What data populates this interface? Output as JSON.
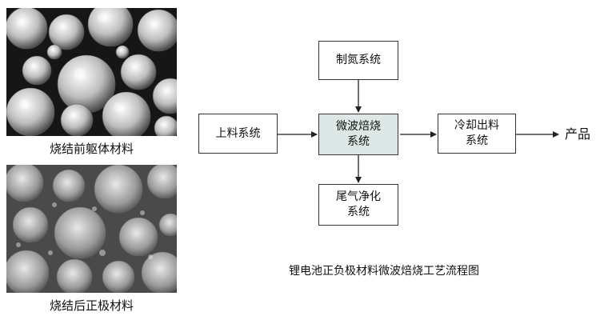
{
  "images": {
    "top_caption": "烧结前躯体材料",
    "bottom_caption": "烧结后正极材料"
  },
  "flow": {
    "feed": "上料系统",
    "hydrogen": "制氮系统",
    "microwave": "微波焙烧\n系统",
    "exhaust": "尾气净化\n系统",
    "cooling": "冷却出料\n系统",
    "product": "产品"
  },
  "diagram_caption": "锂电池正负极材料微波焙烧工艺流程图"
}
